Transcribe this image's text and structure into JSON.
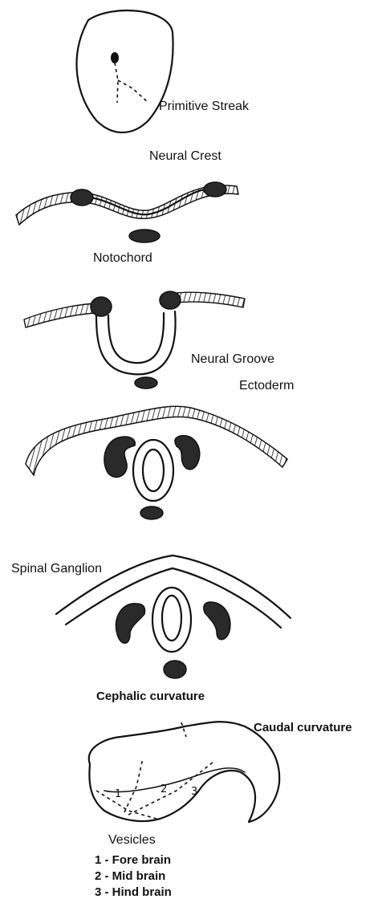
{
  "labels": {
    "primitive_streak": "Primitive Streak",
    "neural_crest": "Neural Crest",
    "notochord": "Notochord",
    "neural_groove": "Neural Groove",
    "ectoderm": "Ectoderm",
    "spinal_ganglion": "Spinal Ganglion",
    "cephalic_curvature": "Cephalic curvature",
    "caudal_curvature": "Caudal curvature",
    "vesicles": "Vesicles"
  },
  "vesicle_numbers": [
    "1",
    "2",
    "3"
  ],
  "legend": [
    "1 - Fore brain",
    "2 - Mid brain",
    "3 - Hind brain"
  ]
}
